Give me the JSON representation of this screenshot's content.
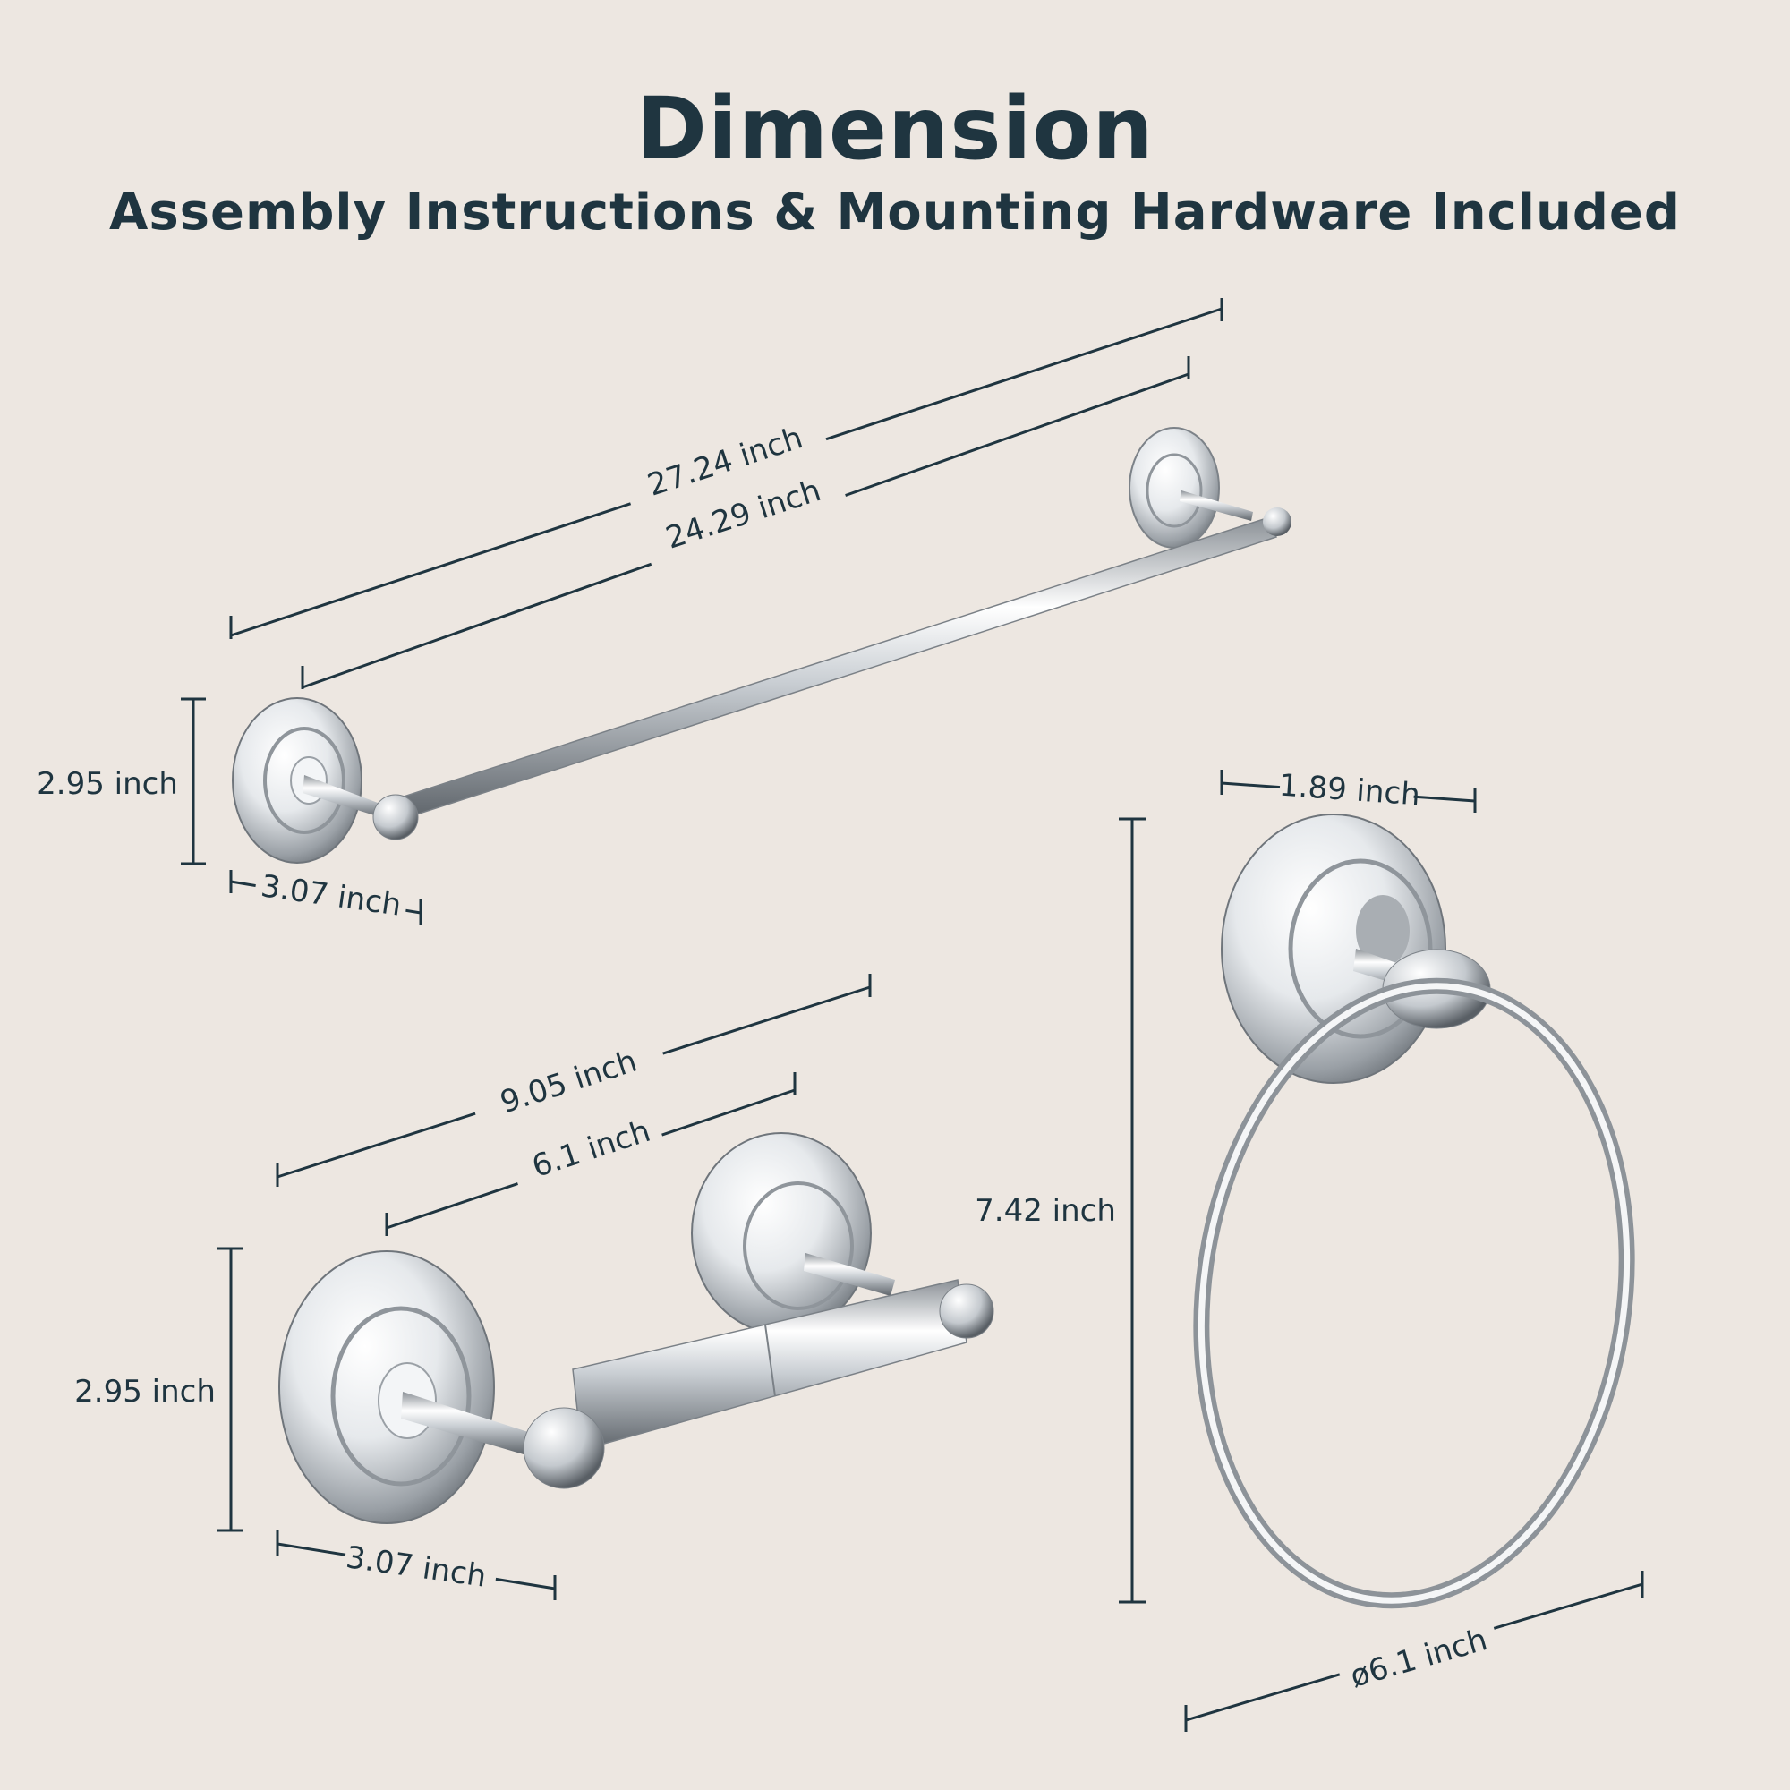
{
  "header": {
    "title": "Dimension",
    "subtitle": "Assembly Instructions & Mounting Hardware Included"
  },
  "towel_bar": {
    "overall_length": "27.24 inch",
    "bar_length": "24.29 inch",
    "height": "2.95 inch",
    "depth": "3.07 inch"
  },
  "paper_holder": {
    "overall_length": "9.05 inch",
    "roller_length": "6.1 inch",
    "height": "2.95 inch",
    "depth": "3.07 inch"
  },
  "towel_ring": {
    "base_width": "1.89 inch",
    "height": "7.42 inch",
    "diameter": "ø6.1 inch"
  },
  "colors": {
    "background": "#ede7e1",
    "ink": "#1f3540",
    "chrome_light": "#ffffff",
    "chrome_dark": "#6f757b"
  }
}
